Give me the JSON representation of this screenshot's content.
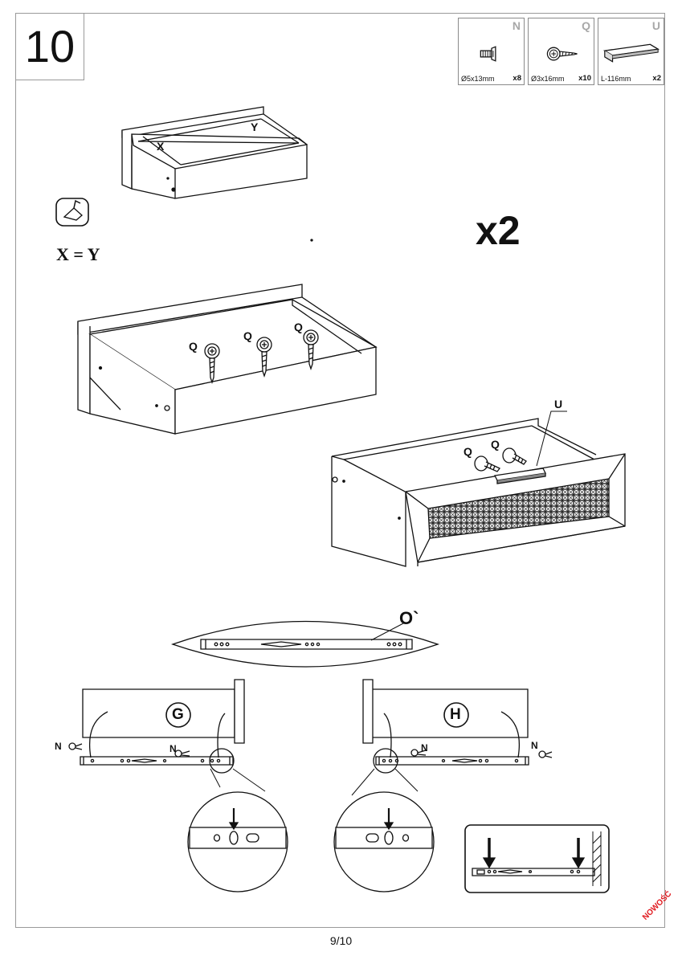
{
  "step": {
    "number": "10",
    "multiplier": "x2",
    "equation": "X = Y"
  },
  "parts": [
    {
      "letter": "N",
      "size": "Ø5x13mm",
      "qty": "x8",
      "icon": "screw-short-icon"
    },
    {
      "letter": "Q",
      "size": "Ø3x16mm",
      "qty": "x10",
      "icon": "screw-washer-icon"
    },
    {
      "letter": "U",
      "size": "L-116mm",
      "qty": "x2",
      "icon": "handle-profile-icon"
    }
  ],
  "labels": {
    "diag_x": "X",
    "diag_y": "Y",
    "screw_q": "Q",
    "handle_u": "U",
    "rail_o": "O`",
    "side_g": "G",
    "side_h": "H",
    "screw_n": "N"
  },
  "footer": {
    "page": "9/10",
    "stamp": "NOWOŚĆ"
  }
}
